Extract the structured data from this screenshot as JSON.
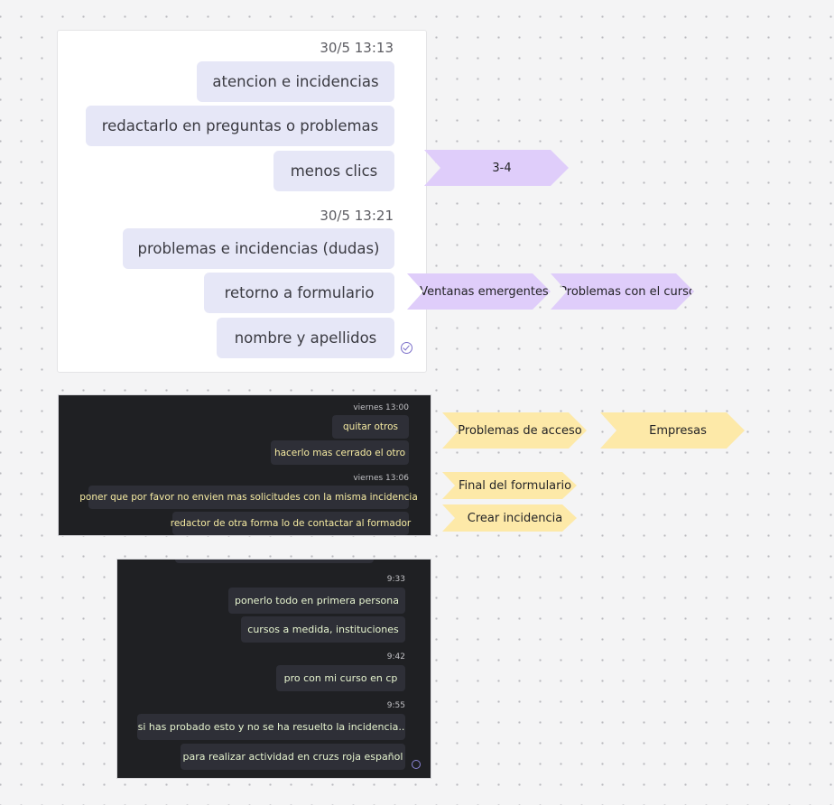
{
  "chat_light": {
    "timestamp_1": "30/5 13:13",
    "timestamp_2": "30/5 13:21",
    "messages": [
      "atencion e incidencias",
      "redactarlo en preguntas o problemas",
      "menos clics",
      "problemas e incidencias (dudas)",
      "retorno a formulario",
      "nombre y apellidos"
    ],
    "read_icon": "check-circle-icon"
  },
  "chat_dark_1": {
    "timestamp_1": "viernes 13:00",
    "timestamp_2": "viernes 13:06",
    "messages": [
      "quitar otros",
      "hacerlo mas cerrado el otro",
      "poner que por favor no envien mas solicitudes con la misma incidencia",
      "redactor de otra forma lo de contactar al formador"
    ]
  },
  "chat_dark_2": {
    "timestamp_1": "9:33",
    "timestamp_2": "9:42",
    "timestamp_3": "9:55",
    "messages": [
      "ponerlo todo en primera persona",
      "cursos a medida, instituciones",
      "pro con mi curso en cp",
      "si has probado esto y no se ha resuelto la incidencia..",
      "para realizar actividad en cruzs roja español"
    ],
    "read_icon": "check-circle-icon"
  },
  "stickies": {
    "range": "3-4",
    "popups": "Ventanas emergentes",
    "course_problems": "Problemas con el curso",
    "access_problems": "Problemas de acceso",
    "companies": "Empresas",
    "form_end": "Final del formulario",
    "create_incident": "Crear incidencia"
  },
  "colors": {
    "canvas": "#f4f4f5",
    "bubble_light": "#e6e7f7",
    "highlight": "#dba6ee",
    "sticky_purple": "#dfcdfa",
    "sticky_yellow": "#fde9a8",
    "dark_bg": "#1f2023"
  }
}
